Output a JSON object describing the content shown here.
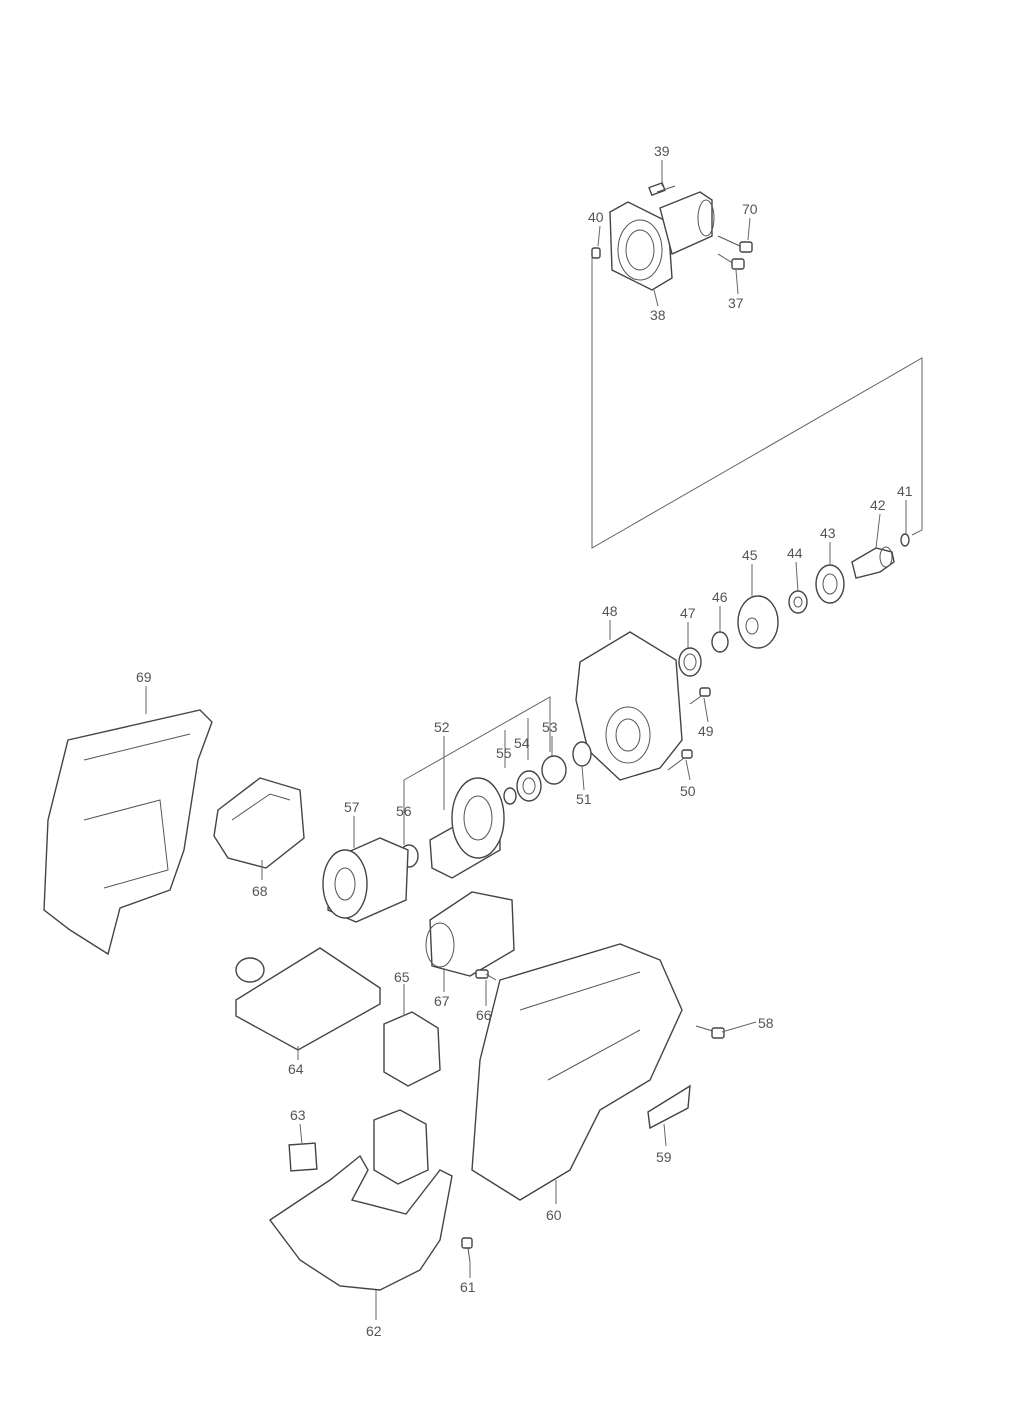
{
  "diagram": {
    "type": "exploded-parts-view",
    "callouts": [
      "37",
      "38",
      "39",
      "40",
      "41",
      "42",
      "43",
      "44",
      "45",
      "46",
      "47",
      "48",
      "49",
      "50",
      "51",
      "52",
      "53",
      "54",
      "55",
      "56",
      "57",
      "58",
      "59",
      "60",
      "61",
      "62",
      "63",
      "64",
      "65",
      "66",
      "67",
      "68",
      "69",
      "70"
    ]
  }
}
